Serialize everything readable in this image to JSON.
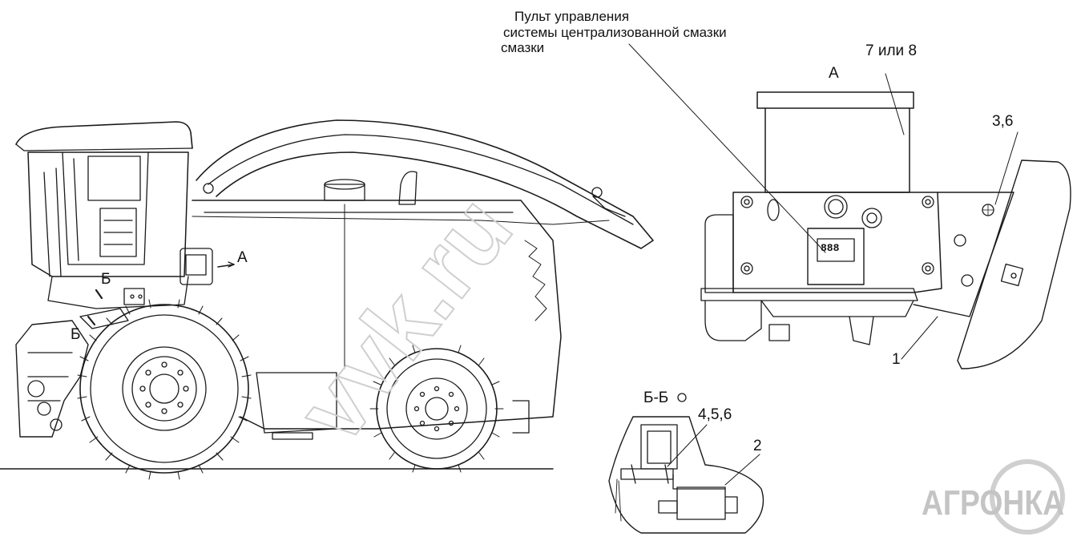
{
  "callouts": {
    "panel_line1": "Пульт управления",
    "panel_line2": "системы централизованной смазки",
    "panel_line3": "смазки",
    "pos_7_8": "7 или 8",
    "view_a_title": "А",
    "pos_3_6": "3,6",
    "pos_1": "1",
    "section_bb": "Б-Б",
    "pos_4_5_6": "4,5,6",
    "pos_2": "2",
    "view_a_marker": "А",
    "section_b_marker_1": "Б",
    "section_b_marker_2": "Б",
    "display_readout": "888"
  },
  "watermarks": {
    "diagonal": "vvk.ru",
    "logo": "АГРОНКА"
  },
  "colors": {
    "line": "#1a1a1a",
    "fill": "#ffffff",
    "watermark": "#cfcfcf"
  }
}
